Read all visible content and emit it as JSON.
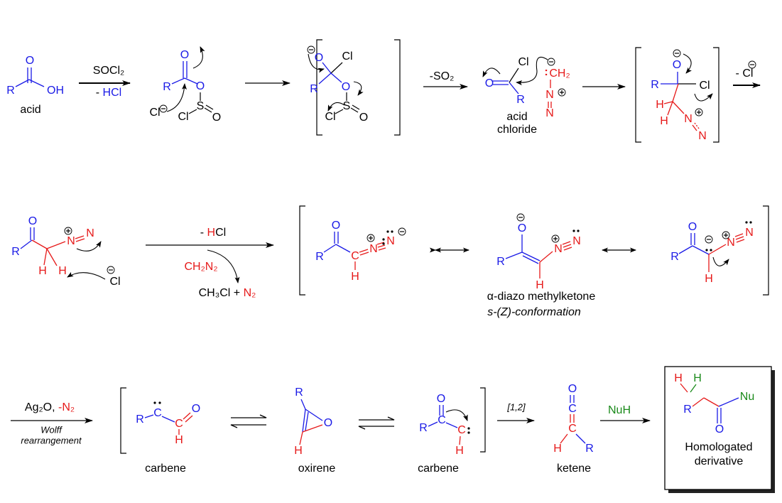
{
  "colors": {
    "blue": "#1a1ae6",
    "red": "#e61a1a",
    "green": "#1a8a1a"
  },
  "row1": {
    "acid": {
      "O": "O",
      "R": "R",
      "OH": "OH",
      "name": "acid"
    },
    "step1": {
      "reagent": "SOCl₂",
      "minus": "- ",
      "byproduct": "HCl"
    },
    "chlorosulfite": {
      "O1": "O",
      "R": "R",
      "O2": "O",
      "S": "S",
      "Cl": "Cl",
      "O3": "O",
      "Cl_ion": "Cl"
    },
    "tetrahedral": {
      "O1": "O",
      "Cl1": "Cl",
      "R": "R",
      "O2": "O",
      "S": "S",
      "Cl2": "Cl",
      "O3": "O"
    },
    "step3": {
      "label": "-SO₂"
    },
    "acid_chloride": {
      "O": "O",
      "Cl": "Cl",
      "R": "R",
      "name1": "acid",
      "name2": "chloride",
      "CH2": "CH₂",
      "lone_pair": ":",
      "N1": "N",
      "N2": "N"
    },
    "adduct": {
      "O": "O",
      "R": "R",
      "Cl": "Cl",
      "H1": "H",
      "H2": "H",
      "N1": "N",
      "N2": "N"
    },
    "step5": {
      "label": "- Cl"
    }
  },
  "row2": {
    "diazonium": {
      "O": "O",
      "R": "R",
      "H1": "H",
      "H2": "H",
      "N1": "N",
      "N2": "N",
      "Cl": "Cl"
    },
    "step": {
      "minus": "- ",
      "H": "H",
      "Cl": "Cl",
      "reagent": "CH₂N₂",
      "prod1": "CH₃Cl + ",
      "prod2": "N₂"
    },
    "res1": {
      "O": "O",
      "R": "R",
      "C": "C",
      "H": "H",
      "N1": "N",
      "N2": "N"
    },
    "res2": {
      "O": "O",
      "R": "R",
      "H": "H",
      "N1": "N",
      "N2": "N"
    },
    "res3": {
      "O": "O",
      "R": "R",
      "H": "H",
      "N1": "N",
      "N2": "N"
    },
    "caption1": "α-diazo methylketone",
    "caption2": "s-(Z)-conformation"
  },
  "row3": {
    "wolff": {
      "reagent1": "Ag₂O, ",
      "reagent2": "-N₂",
      "name1": "Wolff",
      "name2": "rearrangement"
    },
    "carbene1": {
      "R": "R",
      "C1": "C",
      "C2": "C",
      "O": "O",
      "H": "H",
      "name": "carbene"
    },
    "oxirene": {
      "R": "R",
      "O": "O",
      "H": "H",
      "name": "oxirene"
    },
    "carbene2": {
      "O": "O",
      "C1": "C",
      "R": "R",
      "C2": "C",
      "H": "H",
      "name": "carbene"
    },
    "shift": {
      "label": "[1,2]"
    },
    "ketene": {
      "O": "O",
      "C1": "C",
      "C2": "C",
      "H": "H",
      "R": "R",
      "name": "ketene"
    },
    "nucleophile": {
      "label": "NuH"
    },
    "product": {
      "H1": "H",
      "H2": "H",
      "R": "R",
      "Nu": "Nu",
      "O": "O",
      "name1": "Homologated",
      "name2": "derivative"
    }
  }
}
